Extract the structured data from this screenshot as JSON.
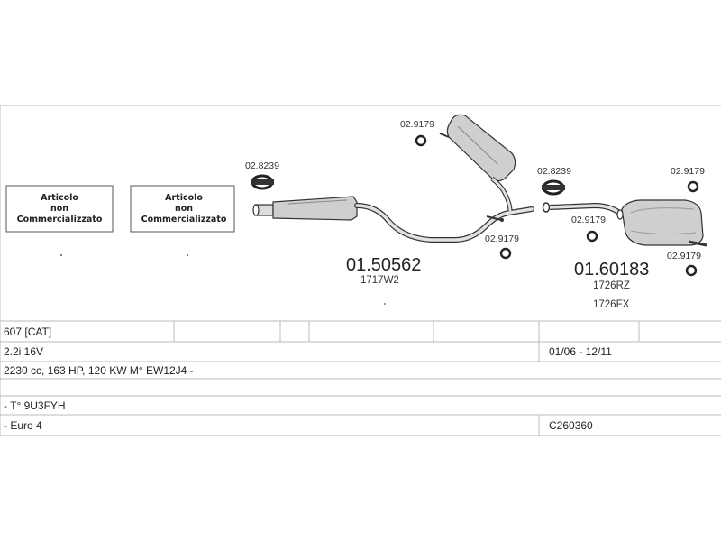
{
  "boxes": {
    "left": [
      "Articolo",
      "non",
      "Commercializzato"
    ],
    "right": [
      "Articolo",
      "non",
      "Commercializzato"
    ]
  },
  "parts": {
    "clamp_a": "02.8239",
    "clamp_b": "02.8239",
    "rubber_top": "02.9179",
    "rubber_mid": "02.9179",
    "rubber_right_top": "02.9179",
    "rubber_right_left": "02.9179",
    "rubber_right_bottom": "02.9179",
    "main_code": "01.50562",
    "main_ref": "1717W2",
    "rear_code": "01.60183",
    "rear_ref_1": "1726RZ",
    "rear_ref_2": "1726FX"
  },
  "table": {
    "model": "607  [CAT]",
    "engine": "2.2i  16V",
    "years": "01/06 - 12/11",
    "specs": "2230 cc, 163 HP, 120 KW M° EW12J4 -",
    "type": "- T° 9U3FYH",
    "euro": "- Euro 4",
    "catalog": "C260360"
  }
}
